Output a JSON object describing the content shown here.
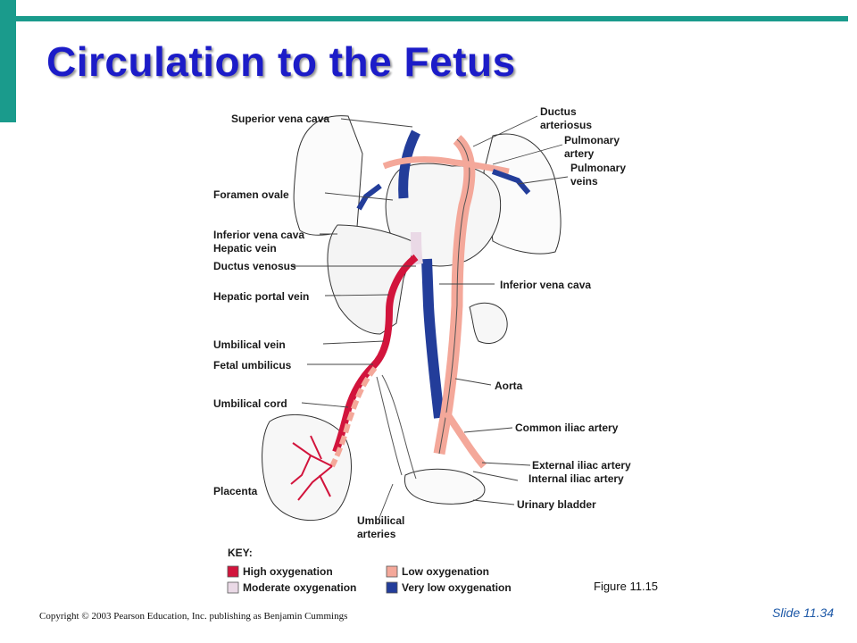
{
  "slide": {
    "title": "Circulation to the Fetus",
    "figure_label": "Figure 11.15",
    "copyright": "Copyright © 2003 Pearson Education, Inc. publishing as Benjamin Cummings",
    "slide_number": "Slide 11.34"
  },
  "colors": {
    "accent_bar": "#1a9b8c",
    "title": "#1c1cc8",
    "high_oxygenation": "#d2143c",
    "moderate_oxygenation": "#ead9e6",
    "low_oxygenation": "#f4a89a",
    "very_low_oxygenation": "#233d9a"
  },
  "diagram": {
    "labels": {
      "superior_vena_cava": "Superior vena cava",
      "foramen_ovale": "Foramen ovale",
      "inferior_vena_cava_upper": "Inferior vena cava",
      "hepatic_vein": "Hepatic vein",
      "ductus_venosus": "Ductus venosus",
      "hepatic_portal_vein": "Hepatic portal vein",
      "umbilical_vein": "Umbilical vein",
      "fetal_umbilicus": "Fetal umbilicus",
      "umbilical_cord": "Umbilical cord",
      "placenta": "Placenta",
      "umbilical_arteries_1": "Umbilical",
      "umbilical_arteries_2": "arteries",
      "ductus_arteriosus_1": "Ductus",
      "ductus_arteriosus_2": "arteriosus",
      "pulmonary_artery_1": "Pulmonary",
      "pulmonary_artery_2": "artery",
      "pulmonary_veins_1": "Pulmonary",
      "pulmonary_veins_2": "veins",
      "inferior_vena_cava_right": "Inferior vena cava",
      "aorta": "Aorta",
      "common_iliac_artery": "Common iliac artery",
      "external_iliac_artery": "External iliac artery",
      "internal_iliac_artery": "Internal iliac artery",
      "urinary_bladder": "Urinary bladder"
    },
    "key": {
      "title": "KEY:",
      "items": [
        {
          "label": "High oxygenation"
        },
        {
          "label": "Moderate oxygenation"
        },
        {
          "label": "Low oxygenation"
        },
        {
          "label": "Very low oxygenation"
        }
      ]
    }
  }
}
